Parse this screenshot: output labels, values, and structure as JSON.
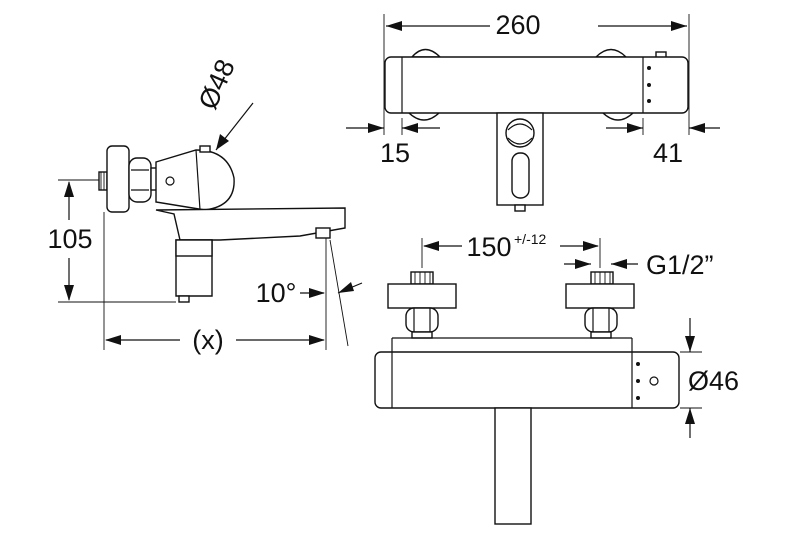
{
  "diagram": {
    "dimensions": {
      "overall_width": "260",
      "left_offset": "15",
      "right_offset": "41",
      "knob_diameter": "Ø48",
      "height": "105",
      "projection": "(x)",
      "spout_angle": "10°",
      "inlet_spacing": "150",
      "inlet_tolerance": "+/-12",
      "thread": "G1/2”",
      "body_diameter": "Ø46"
    },
    "line_color": "#111111",
    "background": "#ffffff"
  }
}
